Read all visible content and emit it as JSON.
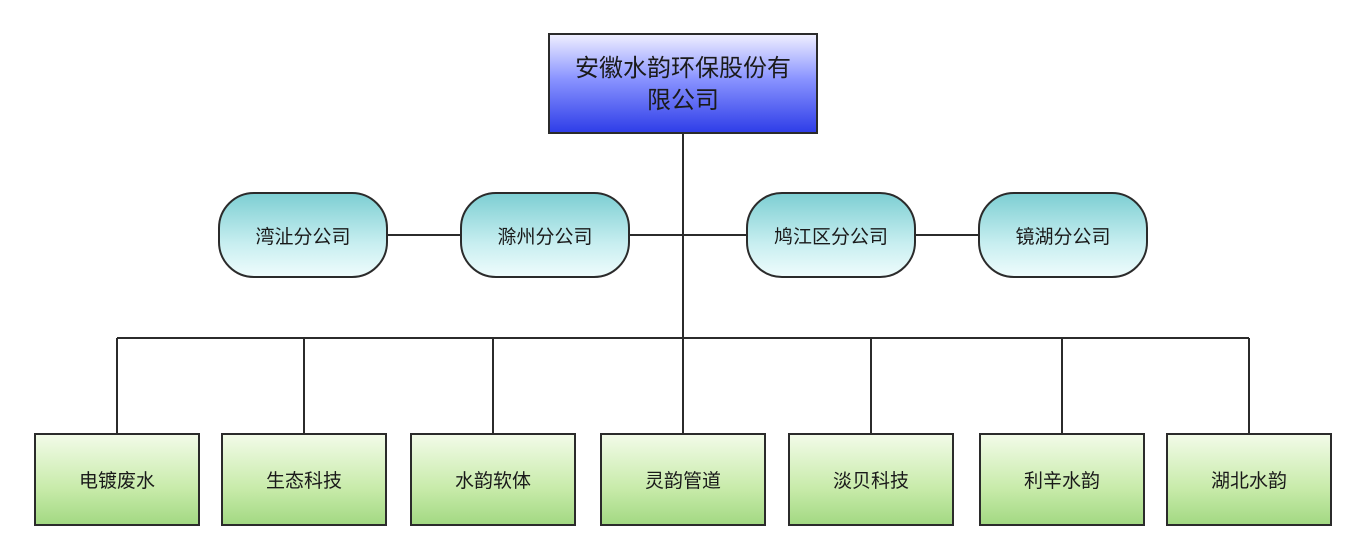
{
  "root": {
    "label": "安徽水韵环保股份有限公司"
  },
  "branches": [
    {
      "label": "湾沚分公司"
    },
    {
      "label": "滁州分公司"
    },
    {
      "label": "鸠江区分公司"
    },
    {
      "label": "镜湖分公司"
    }
  ],
  "subsidiaries": [
    {
      "label": "电镀废水"
    },
    {
      "label": "生态科技"
    },
    {
      "label": "水韵软体"
    },
    {
      "label": "灵韵管道"
    },
    {
      "label": "淡贝科技"
    },
    {
      "label": "利辛水韵"
    },
    {
      "label": "湖北水韵"
    }
  ],
  "colors": {
    "root_fill": "#2f3ee8",
    "branch_fill": "#c7eef0",
    "subsidiary_fill": "#c8ebaa",
    "line": "#2b2b2b"
  }
}
